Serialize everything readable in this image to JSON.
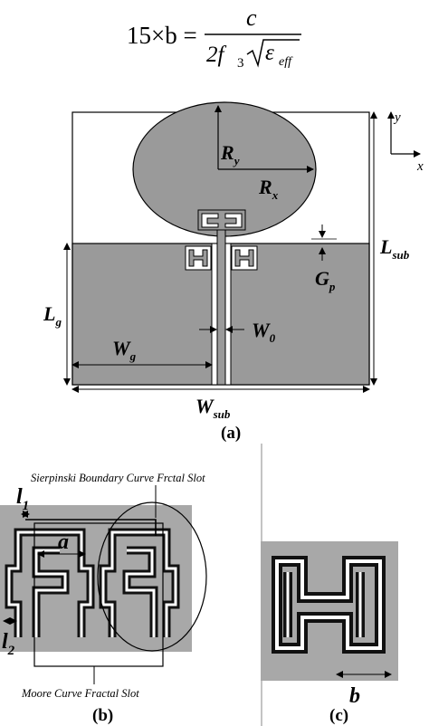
{
  "equation": {
    "lhs": "15×b =",
    "numerator": "c",
    "denominator_2f": "2f",
    "denominator_sub3": "3",
    "epsilon": "ε",
    "epsilon_sub": "eff"
  },
  "figure_a": {
    "caption": "(a)",
    "axes": {
      "y": "y",
      "x": "x"
    },
    "labels": {
      "ry_main": "R",
      "ry_sub": "y",
      "rx_main": "R",
      "rx_sub": "x",
      "lsub_main": "L",
      "lsub_sub": "sub",
      "gp_main": "G",
      "gp_sub": "p",
      "lg_main": "L",
      "lg_sub": "g",
      "wg_main": "W",
      "wg_sub": "g",
      "w0_main": "W",
      "w0_sub": "0",
      "wsub_main": "W",
      "wsub_sub": "sub"
    }
  },
  "figure_b": {
    "caption": "(b)",
    "sierpinski_label": "Sierpinski Boundary Curve Frctal Slot",
    "moore_label": "Moore Curve Fractal Slot",
    "l1_main": "l",
    "l1_sub": "1",
    "a_label": "a",
    "l2_main": "l",
    "l2_sub": "2"
  },
  "figure_c": {
    "caption": "(c)",
    "b_label": "b"
  },
  "colors": {
    "substrate_gray": "#999999",
    "panel_gray": "#a8a8a8",
    "slot_dark": "#222222",
    "outline": "#000000"
  }
}
